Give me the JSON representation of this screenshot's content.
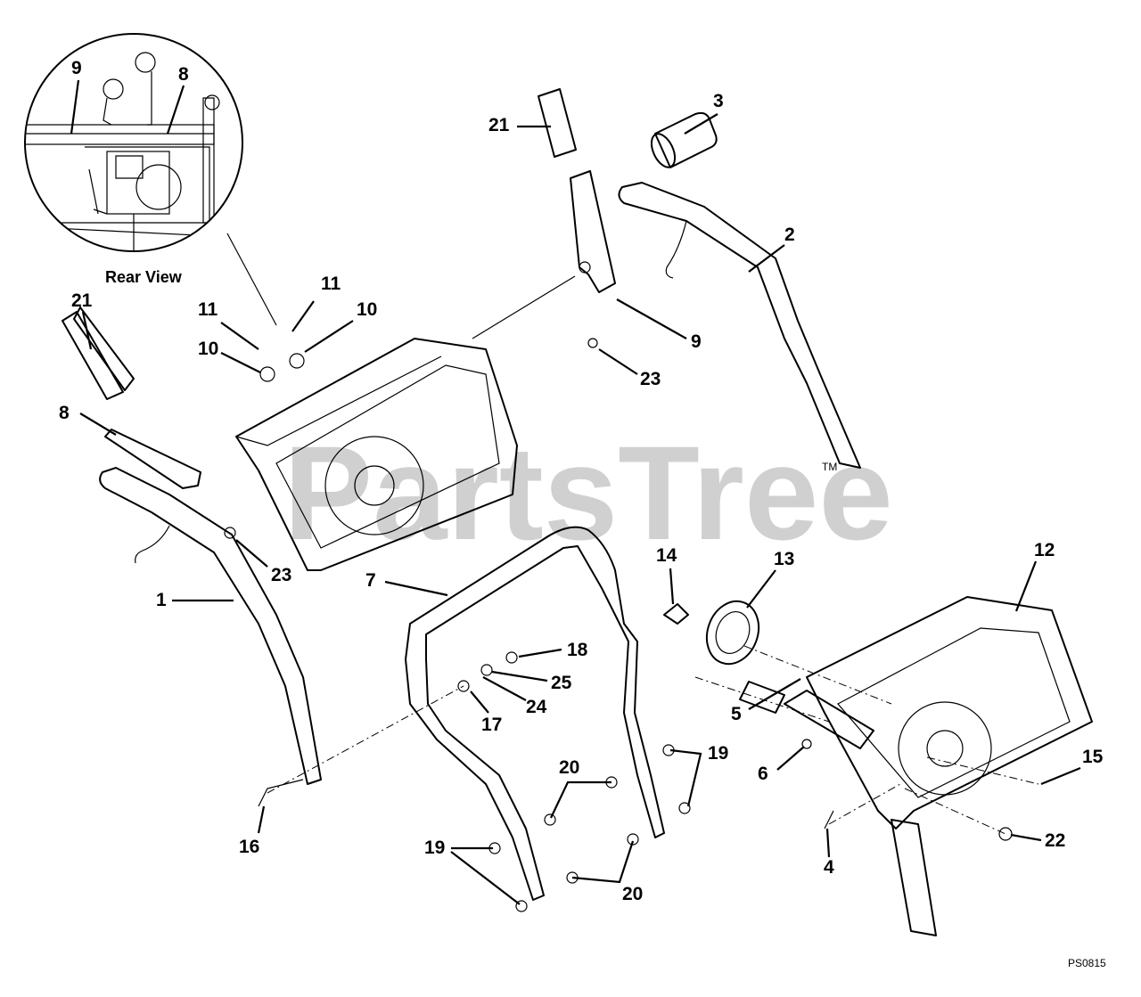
{
  "watermark": {
    "text": "PartsTree",
    "tm": "TM"
  },
  "inset": {
    "caption": "Rear View",
    "labels": [
      "9",
      "8"
    ]
  },
  "diagram_id": "PS0815",
  "callouts": [
    "21",
    "3",
    "2",
    "9",
    "23",
    "11",
    "10",
    "11",
    "10",
    "21",
    "8",
    "23",
    "1",
    "7",
    "16",
    "14",
    "13",
    "12",
    "18",
    "25",
    "24",
    "17",
    "5",
    "6",
    "20",
    "19",
    "19",
    "20",
    "15",
    "22",
    "4"
  ]
}
